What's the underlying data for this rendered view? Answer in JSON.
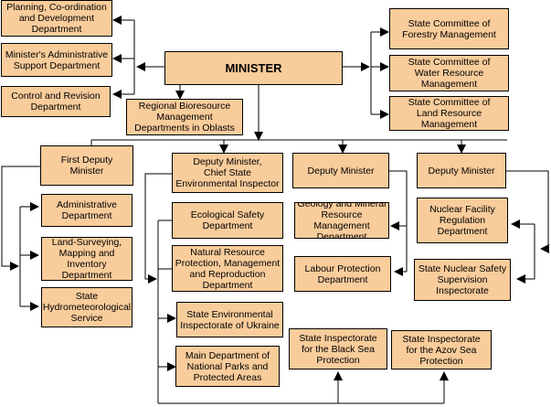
{
  "colors": {
    "box_fill": "#F9CC9B",
    "line": "#000000",
    "background": "#FFFFFF"
  },
  "nodes": {
    "minister": "MINISTER",
    "planning": "Planning, Co-ordination\nand Development\nDepartment",
    "admin_support": "Minister's Administrative\nSupport Department",
    "control_revision": "Control and Revision\nDepartment",
    "regional": "Regional Bioresource\nManagement\nDepartments in Oblasts",
    "forestry": "State Committee of\nForestry Management",
    "water": "State Committee of\nWater Resource\nManagement",
    "land": "State Committee of\nLand Resource\nManagement",
    "first_deputy": "First Deputy\nMinister",
    "deputy_chief": "Deputy Minister,\nChief State\nEnvironmental Inspector",
    "deputy_2": "Deputy Minister",
    "deputy_3": "Deputy Minister",
    "administrative_dept": "Administrative\nDepartment",
    "land_surveying": "Land-Surveying,\nMapping and\nInventory\nDepartment",
    "hydromet": "State\nHydrometeorological\nService",
    "ecological_safety": "Ecological Safety\nDepartment",
    "natural_resource": "Natural Resource\nProtection, Management\nand Reproduction\nDepartment",
    "env_inspectorate": "State Environmental\nInspectorate of Ukraine",
    "national_parks": "Main Department of\nNational Parks and\nProtected Areas",
    "geology": "Geology and Mineral\nResource\nManagement\nDepartment",
    "labour": "Labour Protection\nDepartment",
    "nuclear_facility": "Nuclear Facility\nRegulation\nDepartment",
    "nuclear_safety": "State Nuclear Safety\nSupervision\nInspectorate",
    "black_sea": "State Inspectorate\nfor the Black Sea\nProtection",
    "azov_sea": "State Inspectorate\nfor the Azov Sea\nProtection"
  }
}
